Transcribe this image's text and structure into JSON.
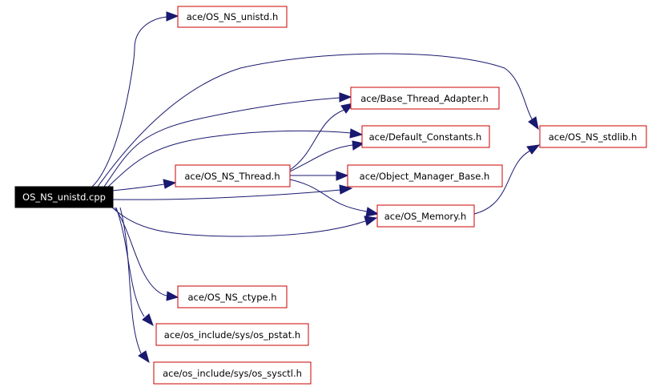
{
  "graph": {
    "nodes": [
      {
        "id": "root",
        "label": "OS_NS_unistd.cpp"
      },
      {
        "id": "unistd_h",
        "label": "ace/OS_NS_unistd.h"
      },
      {
        "id": "base_thread",
        "label": "ace/Base_Thread_Adapter.h"
      },
      {
        "id": "default_const",
        "label": "ace/Default_Constants.h"
      },
      {
        "id": "thread_h",
        "label": "ace/OS_NS_Thread.h"
      },
      {
        "id": "obj_mgr",
        "label": "ace/Object_Manager_Base.h"
      },
      {
        "id": "stdlib_h",
        "label": "ace/OS_NS_stdlib.h"
      },
      {
        "id": "memory_h",
        "label": "ace/OS_Memory.h"
      },
      {
        "id": "ctype_h",
        "label": "ace/OS_NS_ctype.h"
      },
      {
        "id": "pstat_h",
        "label": "ace/os_include/sys/os_pstat.h"
      },
      {
        "id": "sysctl_h",
        "label": "ace/os_include/sys/os_sysctl.h"
      }
    ]
  }
}
